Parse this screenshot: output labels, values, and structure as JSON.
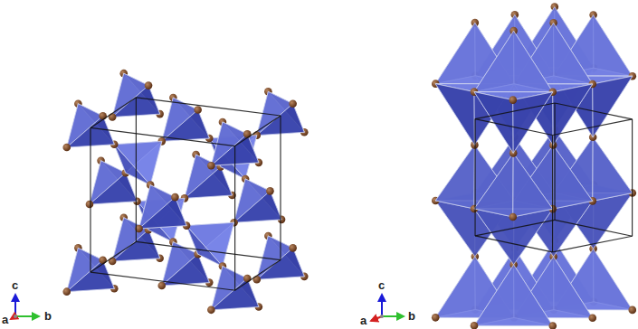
{
  "diagram": {
    "labels": [
      "c",
      "a",
      "b",
      "c",
      "a",
      "b"
    ]
  }
}
